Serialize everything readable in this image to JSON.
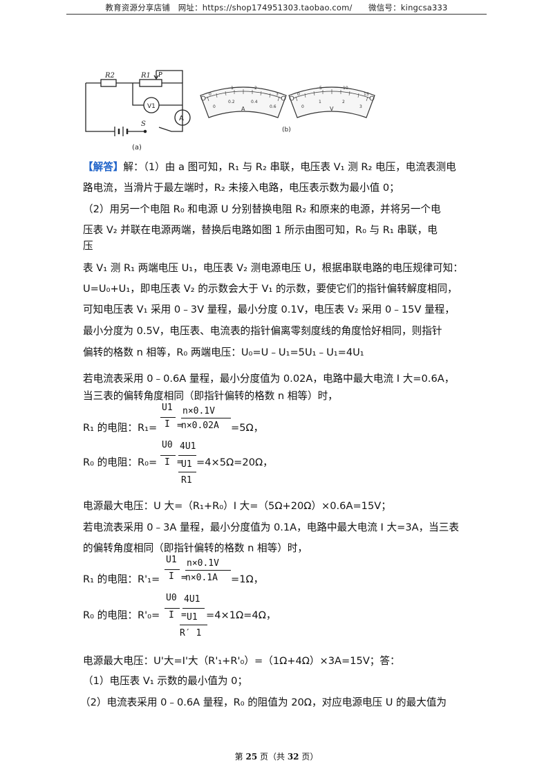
{
  "header": {
    "text": "教育资源分享店铺　网址：https://shop174951303.taobao.com/　　微信号：kingcsa333"
  },
  "figure": {
    "circuit": {
      "r2": "R2",
      "r1": "R1",
      "p": "P",
      "v1": "V1",
      "a": "A",
      "s": "S",
      "caption": "(a)"
    },
    "meter_a": {
      "label": "A",
      "ticks": [
        "0",
        "0.2",
        "0.4",
        "0.6"
      ],
      "ticks_big": [
        "0",
        "1",
        "2",
        "3"
      ]
    },
    "meter_v": {
      "label": "V",
      "ticks": [
        "0",
        "1",
        "2",
        "3"
      ],
      "ticks_big": [
        "0",
        "5",
        "10",
        "15"
      ]
    },
    "caption_b": "(b)"
  },
  "body": {
    "tag": "【解答】",
    "l1": "解：（1）由 a 图可知，R₁ 与 R₂ 串联，电压表 V₁ 测 R₂ 电压，电流表测电",
    "l2": "路电流，当滑片于最左端时，R₂ 未接入电路，电压表示数为最小值 0；",
    "l3": "（2）用另一个电阻 R₀ 和电源 U 分别替换电阻 R₂ 和原来的电源，并将另一个电",
    "l4": "压表 V₂ 并联在电源两端，替换后电路如图 1 所示由图可知，R₀ 与 R₁ 串联，电",
    "l5": "压",
    "l6": "表 V₁ 测 R₁ 两端电压 U₁，电压表 V₂ 测电源电压 U，根据串联电路的电压规律可知：",
    "l7": "U=U₀+U₁，即电压表 V₂ 的示数会大于 V₁ 的示数，要使它们的指针偏转解度相同，",
    "l8": "可知电压表 V₁ 采用 0﹣3V 量程，最小分度 0.1V，电压表 V₂ 采用 0﹣15V 量程，",
    "l9": "最小分度为 0.5V，电压表、电流表的指针偏离零刻度线的角度恰好相同，则指针",
    "l10": "偏转的格数 n 相等，R₀ 两端电压：U₀=U﹣U₁=5U₁﹣U₁=4U₁",
    "l11": "若电流表采用 0﹣0.6A 量程，最小分度值为 0.02A，电路中最大电流 I 大=0.6A，",
    "l12": "当三表的偏转角度相同（即指针偏转的格数 n 相等）时，",
    "r1_prefix": "R₁ 的电阻：R₁=",
    "r1_num1": "U1",
    "r1_den1": "I",
    "r1_num2": "n×0.1V",
    "r1_den2": "n×0.02A",
    "r1_result": "=5Ω，",
    "r0_prefix": "R₀ 的电阻：R₀=",
    "r0_num1": "U0",
    "r0_den1": "I",
    "r0_num2": "4U1",
    "r0_den2a": "U1",
    "r0_den2b": "R1",
    "r0_result": "=4×5Ω=20Ω，",
    "l13": "电源最大电压：U 大=（R₁+R₀）I 大=（5Ω+20Ω）×0.6A=15V；",
    "l14": "若电流表采用 0﹣3A 量程，最小分度值为 0.1A，电路中最大电流 I 大=3A，当三表",
    "l15": "的偏转角度相同（即指针偏转的格数 n 相等）时，",
    "r1b_prefix": "R₁ 的电阻：R'₁=",
    "r1b_num1": "U1",
    "r1b_den1": "I",
    "r1b_num2": "n×0.1V",
    "r1b_den2": "n×0.1A",
    "r1b_result": "=1Ω，",
    "r0b_prefix": "R₀ 的电阻：R'₀=",
    "r0b_num1": "U0",
    "r0b_den1": "I",
    "r0b_num2": "4U1",
    "r0b_den2a": "U1",
    "r0b_den2b": "R′ 1",
    "r0b_result": "=4×1Ω=4Ω，",
    "l16": "电源最大电压：U'大=I'大（R'₁+R'₀）=（1Ω+4Ω）×3A=15V；答：",
    "l17": "（1）电压表 V₁ 示数的最小值为 0；",
    "l18": "（2）电流表采用 0﹣0.6A 量程，R₀ 的阻值为 20Ω，对应电源电压 U 的最大值为"
  },
  "footer": {
    "pre": "第 ",
    "page": "25",
    "mid": " 页（共 ",
    "total": "32",
    "post": " 页）"
  }
}
